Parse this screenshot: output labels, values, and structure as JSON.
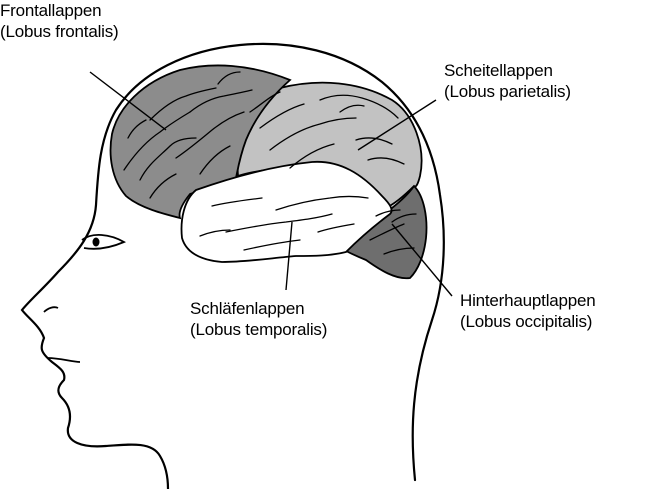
{
  "labels": {
    "frontal": {
      "name": "Frontallappen",
      "latin": "(Lobus frontalis)"
    },
    "parietal": {
      "name": "Scheitellappen",
      "latin": "(Lobus parietalis)"
    },
    "temporal": {
      "name": "Schläfenlappen",
      "latin": "(Lobus temporalis)"
    },
    "occipital": {
      "name": "Hinterhauptlappen",
      "latin": "(Lobus occipitalis)"
    }
  },
  "colors": {
    "frontal": "#8c8c8c",
    "parietal": "#c2c2c2",
    "temporal": "#ffffff",
    "occipital": "#6e6e6e",
    "outline": "#000000"
  }
}
